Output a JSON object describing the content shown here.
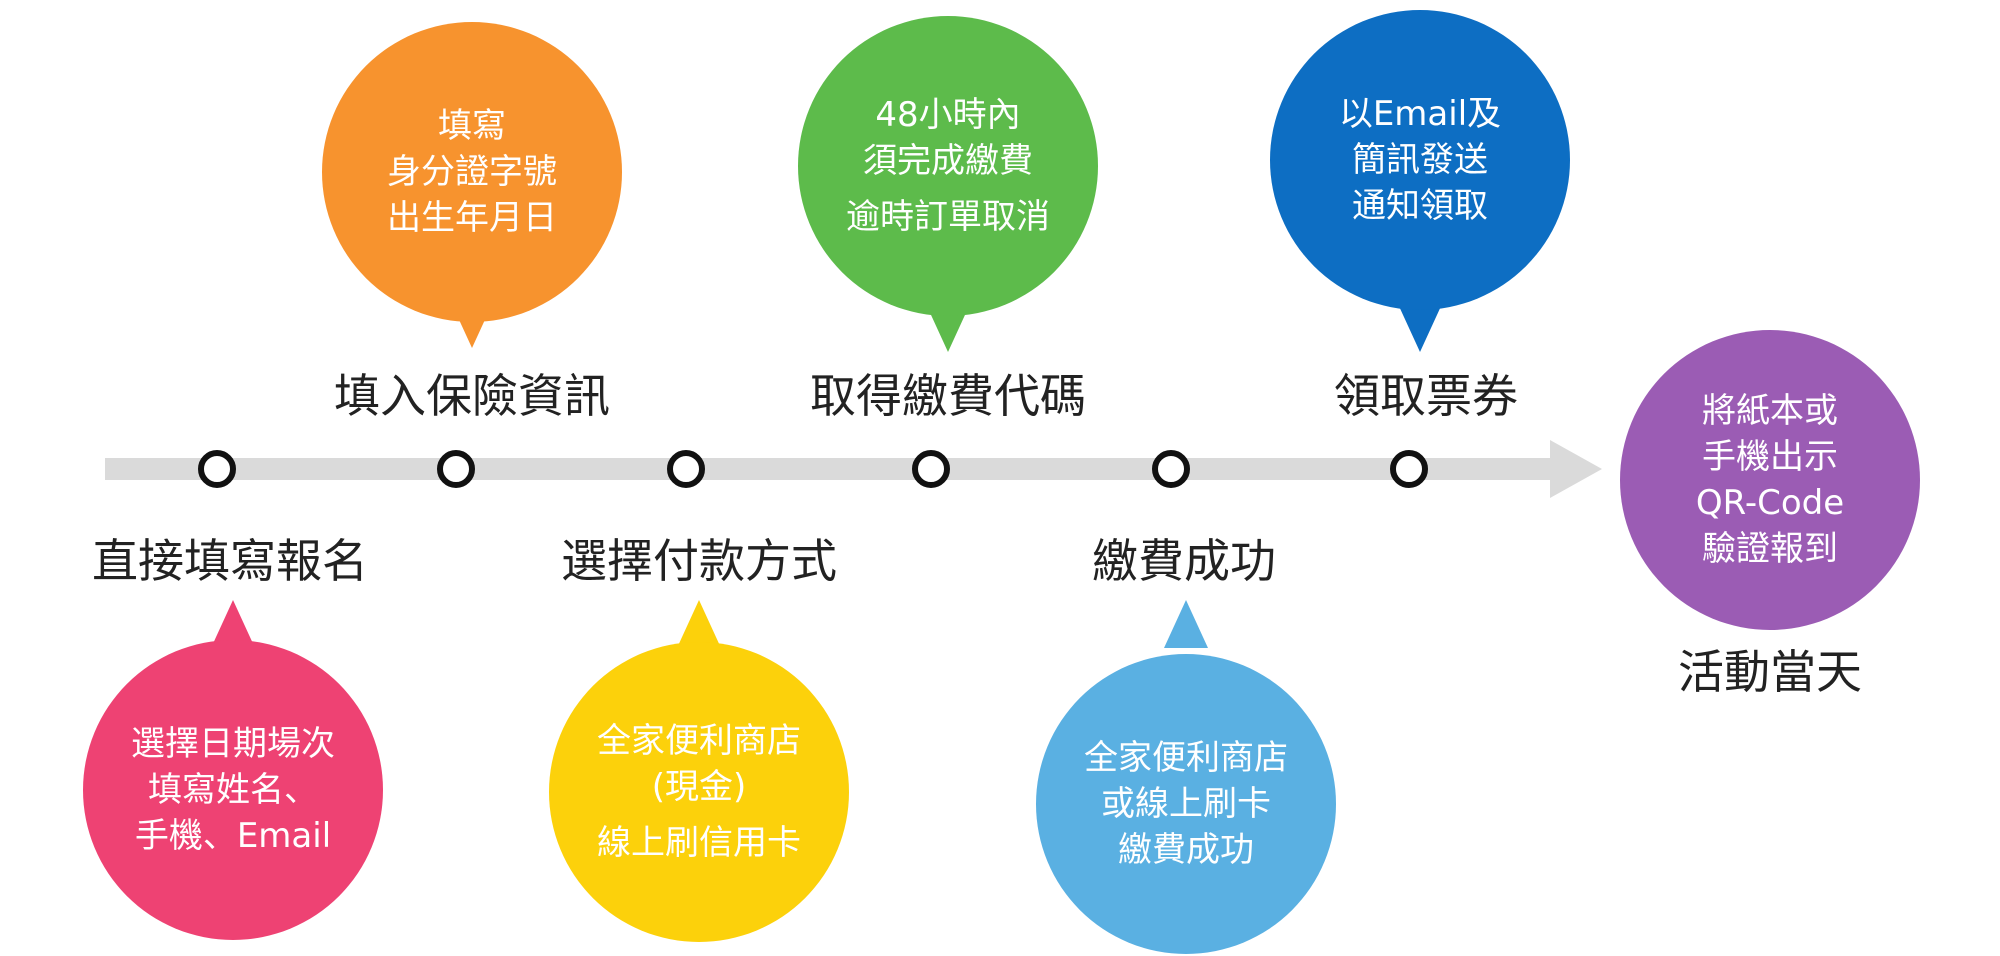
{
  "colors": {
    "orange": "#F7932E",
    "green": "#5DBB4B",
    "blue": "#0D6EC3",
    "pink": "#EE4273",
    "yellow": "#FCD10B",
    "light_blue": "#5AB0E2",
    "purple": "#9B5CB4",
    "timeline": "#DADADA"
  },
  "steps": [
    {
      "label": "直接填寫報名",
      "bubble": [
        "選擇日期場次",
        "填寫姓名、",
        "手機、Email"
      ]
    },
    {
      "label": "填入保險資訊",
      "bubble": [
        "填寫",
        "身分證字號",
        "出生年月日"
      ]
    },
    {
      "label": "選擇付款方式",
      "bubble": [
        "全家便利商店",
        "(現金)",
        "線上刷信用卡"
      ]
    },
    {
      "label": "取得繳費代碼",
      "bubble": [
        "48小時內",
        "須完成繳費",
        "逾時訂單取消"
      ]
    },
    {
      "label": "繳費成功",
      "bubble": [
        "全家便利商店",
        "或線上刷卡",
        "繳費成功"
      ]
    },
    {
      "label": "領取票券",
      "bubble": [
        "以Email及",
        "簡訊發送",
        "通知領取"
      ]
    }
  ],
  "final": {
    "label": "活動當天",
    "bubble": [
      "將紙本或",
      "手機出示",
      "QR-Code",
      "驗證報到"
    ]
  }
}
